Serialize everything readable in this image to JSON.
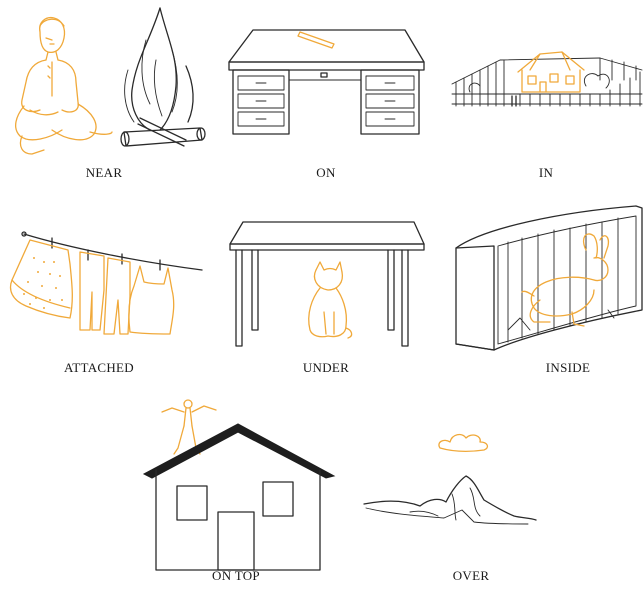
{
  "labels": {
    "near": "NEAR",
    "on": "ON",
    "in": "IN",
    "attached": "ATTACHED",
    "under": "UNDER",
    "inside": "INSIDE",
    "on_top": "ON TOP",
    "over": "OVER"
  },
  "colors": {
    "line": "#2a2a2a",
    "accent": "#f0a93a",
    "background": "#ffffff"
  }
}
